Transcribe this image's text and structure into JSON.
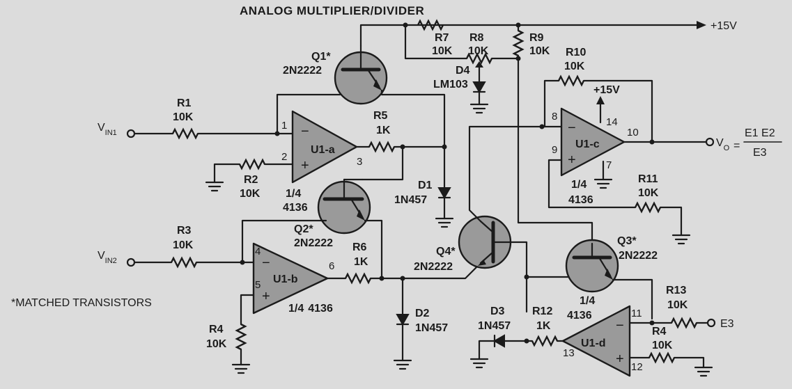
{
  "title": "ANALOG MULTIPLIER/DIVIDER",
  "note": "*MATCHED TRANSISTORS",
  "supply": "+15V",
  "supply_u1c": "+15V",
  "resistors": {
    "r1": {
      "ref": "R1",
      "value": "10K"
    },
    "r2": {
      "ref": "R2",
      "value": "10K"
    },
    "r3": {
      "ref": "R3",
      "value": "10K"
    },
    "r4": {
      "ref": "R4",
      "value": "10K"
    },
    "r4b": {
      "ref": "R4",
      "value": "10K"
    },
    "r5": {
      "ref": "R5",
      "value": "1K"
    },
    "r6": {
      "ref": "R6",
      "value": "1K"
    },
    "r7": {
      "ref": "R7",
      "value": "10K"
    },
    "r8": {
      "ref": "R8",
      "value": "10K"
    },
    "r9": {
      "ref": "R9",
      "value": "10K"
    },
    "r10": {
      "ref": "R10",
      "value": "10K"
    },
    "r11": {
      "ref": "R11",
      "value": "10K"
    },
    "r12": {
      "ref": "R12",
      "value": "1K"
    },
    "r13": {
      "ref": "R13",
      "value": "10K"
    }
  },
  "transistors": {
    "q1": {
      "ref": "Q1*",
      "part": "2N2222"
    },
    "q2": {
      "ref": "Q2*",
      "part": "2N2222"
    },
    "q3": {
      "ref": "Q3*",
      "part": "2N2222"
    },
    "q4": {
      "ref": "Q4*",
      "part": "2N2222"
    }
  },
  "diodes": {
    "d1": {
      "ref": "D1",
      "part": "1N457"
    },
    "d2": {
      "ref": "D2",
      "part": "1N457"
    },
    "d3": {
      "ref": "D3",
      "part": "1N457"
    },
    "d4": {
      "ref": "D4",
      "part": "LM103"
    }
  },
  "opamps": {
    "u1a": {
      "name": "U1-a",
      "frac": "1/4",
      "part": "4136"
    },
    "u1b": {
      "name": "U1-b",
      "frac": "1/4",
      "part": "4136"
    },
    "u1c": {
      "name": "U1-c",
      "frac": "1/4",
      "part": "4136"
    },
    "u1d": {
      "name": "U1-d",
      "frac": "1/4",
      "part": "4136"
    }
  },
  "pins": {
    "p1": "1",
    "p2": "2",
    "p3": "3",
    "p4": "4",
    "p5": "5",
    "p6": "6",
    "p7": "7",
    "p8": "8",
    "p9": "9",
    "p10": "10",
    "p11": "11",
    "p12": "12",
    "p13": "13",
    "p14": "14"
  },
  "inputs": {
    "vin1": {
      "main": "V",
      "sub": "IN1"
    },
    "vin2": {
      "main": "V",
      "sub": "IN2"
    },
    "e3": "E3"
  },
  "output": {
    "main": "V",
    "sub": "O",
    "equals": "=",
    "numerator": "E1 E2",
    "denominator": "E3"
  }
}
